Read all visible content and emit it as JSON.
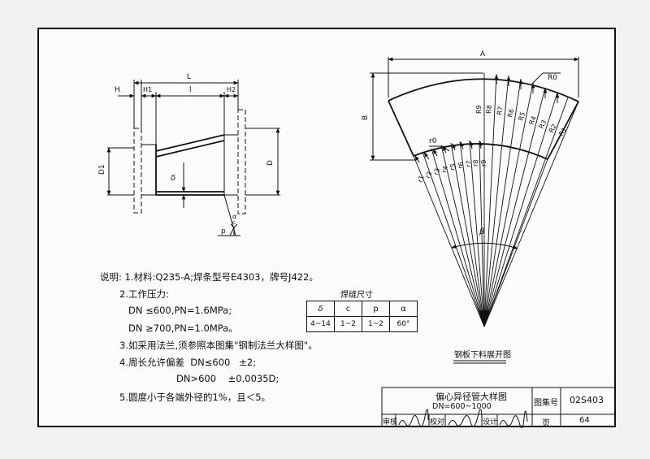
{
  "left_view": {
    "dims": {
      "H": "H",
      "H1": "H1",
      "L": "L",
      "l": "l",
      "H2": "H2",
      "D1": "D1",
      "D": "D",
      "delta": "δ"
    },
    "weld_symbol": {
      "p": "p",
      "c": "c",
      "a": "α"
    }
  },
  "right_view": {
    "dims": {
      "A": "A",
      "B": "B",
      "R0": "R0",
      "r0": "r0",
      "beta": "β"
    },
    "outer_radii": [
      "R9",
      "R8",
      "R7",
      "R6",
      "R5",
      "R4",
      "R3",
      "R2",
      "R1"
    ],
    "inner_radii": [
      "r1",
      "r2",
      "r3",
      "r4",
      "r5",
      "r6",
      "r7",
      "r8",
      "r9"
    ],
    "caption": "钢板下料展开图"
  },
  "notes": {
    "n1": "说明: 1.材料:Q235-A;焊条型号E4303，牌号J422。",
    "n2": "2.工作压力:",
    "n3": "DN ≤600,PN=1.6MPa;",
    "n4": "DN ≥700,PN=1.0MPa。",
    "n5": "3.如采用法兰,须参照本图集\"钢制法兰大样图\"。",
    "n6": "4.周长允许偏差  DN≤600   ±2;",
    "n7": "DN>600    ±0.0035D;",
    "n8": "5.圆度小于各端外径的1%，且＜5。"
  },
  "weld_table": {
    "title": "焊缝尺寸",
    "headers": [
      "δ",
      "c",
      "p",
      "α"
    ],
    "values": [
      "4~14",
      "1~2",
      "1~2",
      "60°"
    ]
  },
  "title_block": {
    "title": "偏心异径管大样图",
    "subtitle": "DN=600~1000",
    "atlas_label": "图集号",
    "atlas_no": "02S403",
    "page_label": "页",
    "page_no": "64",
    "review_label": "审核",
    "check_label": "校对",
    "design_label": "设计"
  }
}
